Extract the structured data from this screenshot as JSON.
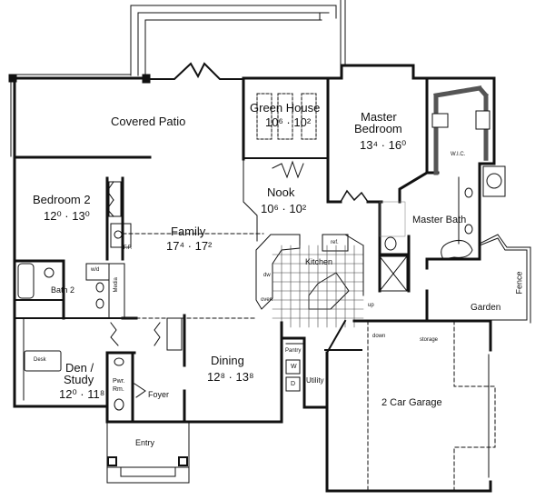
{
  "plan": {
    "rooms": [
      {
        "id": "covered-patio",
        "name": "Covered Patio",
        "dims": ""
      },
      {
        "id": "green-house",
        "name": "Green House",
        "dims": "10⁶ · 10²"
      },
      {
        "id": "master-bedroom",
        "name": "Master\nBedroom",
        "name_line1": "Master",
        "name_line2": "Bedroom",
        "dims": "13⁴ · 16⁰"
      },
      {
        "id": "bedroom-2",
        "name": "Bedroom 2",
        "dims": "12⁰ · 13⁰"
      },
      {
        "id": "nook",
        "name": "Nook",
        "dims": "10⁶ · 10²"
      },
      {
        "id": "family",
        "name": "Family",
        "dims": "17⁴ · 17²"
      },
      {
        "id": "kitchen",
        "name": "Kitchen",
        "dims": ""
      },
      {
        "id": "master-bath",
        "name": "Master Bath",
        "dims": ""
      },
      {
        "id": "bath-2",
        "name": "Bath 2",
        "dims": ""
      },
      {
        "id": "den-study",
        "name_line1": "Den /",
        "name_line2": "Study",
        "dims": "12⁰ · 11⁸"
      },
      {
        "id": "dining",
        "name": "Dining",
        "dims": "12⁸ · 13⁸"
      },
      {
        "id": "foyer",
        "name": "Foyer",
        "dims": ""
      },
      {
        "id": "pwr-rm",
        "name_line1": "Pwr.",
        "name_line2": "Rm.",
        "dims": ""
      },
      {
        "id": "entry",
        "name": "Entry",
        "dims": ""
      },
      {
        "id": "utility",
        "name": "Utility",
        "dims": ""
      },
      {
        "id": "garage",
        "name": "2 Car Garage",
        "dims": ""
      },
      {
        "id": "garden",
        "name": "Garden",
        "dims": ""
      }
    ],
    "labels": {
      "wic": "W.I.C.",
      "fence": "Fence",
      "desk": "Desk",
      "media": "Media",
      "wd": "w/d",
      "fp": "F.P.",
      "ref": "ref.",
      "dw": "dw",
      "oven": "oven",
      "pantry": "Pantry",
      "up": "up",
      "down": "down",
      "storage": "storage",
      "washer": "W",
      "dryer": "D"
    }
  }
}
